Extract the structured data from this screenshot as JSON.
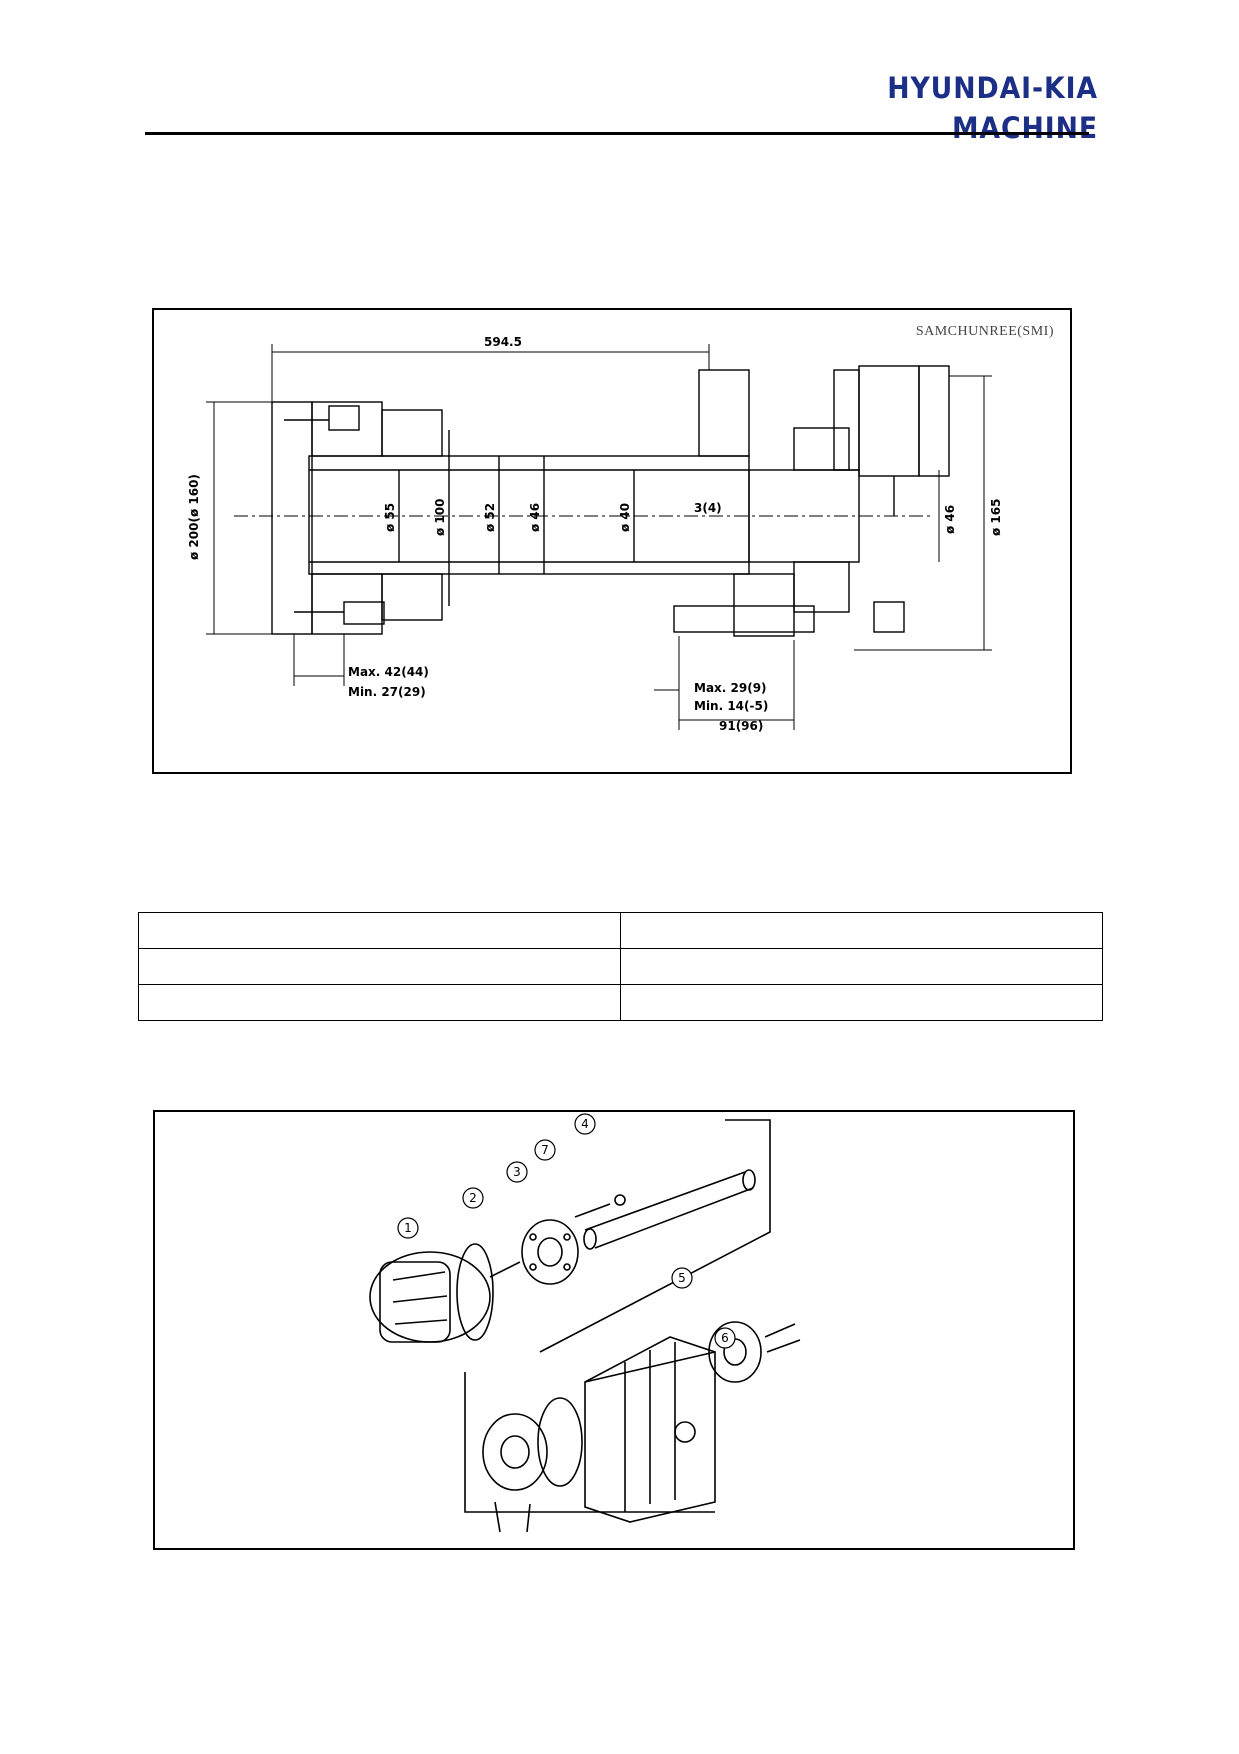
{
  "header": {
    "brand": "HYUNDAI-KIA MACHINE"
  },
  "figure1": {
    "maker_label": "SAMCHUNREE(SMI)",
    "dimensions": {
      "length": "594.5",
      "dia_left": "ø 200(ø 160)",
      "dia_bore1": "ø 55",
      "dia_bore2": "ø 100",
      "dia_bore3": "ø 52",
      "dia_bore4": "ø 46",
      "dia_bore5": "ø 40",
      "thread": "3(4)",
      "dia_right1": "ø 46",
      "dia_right2": "ø 165",
      "stroke_left_max": "Max. 42(44)",
      "stroke_left_min": "Min. 27(29)",
      "stroke_right_max": "Max. 29(9)",
      "stroke_right_min": "Min. 14(-5)",
      "stroke_right_len": "91(96)"
    }
  },
  "spec_table": {
    "rows": [
      [
        "",
        ""
      ],
      [
        "",
        ""
      ],
      [
        "",
        ""
      ]
    ]
  },
  "figure2": {
    "callouts": [
      "1",
      "2",
      "3",
      "4",
      "5",
      "6",
      "7"
    ]
  }
}
